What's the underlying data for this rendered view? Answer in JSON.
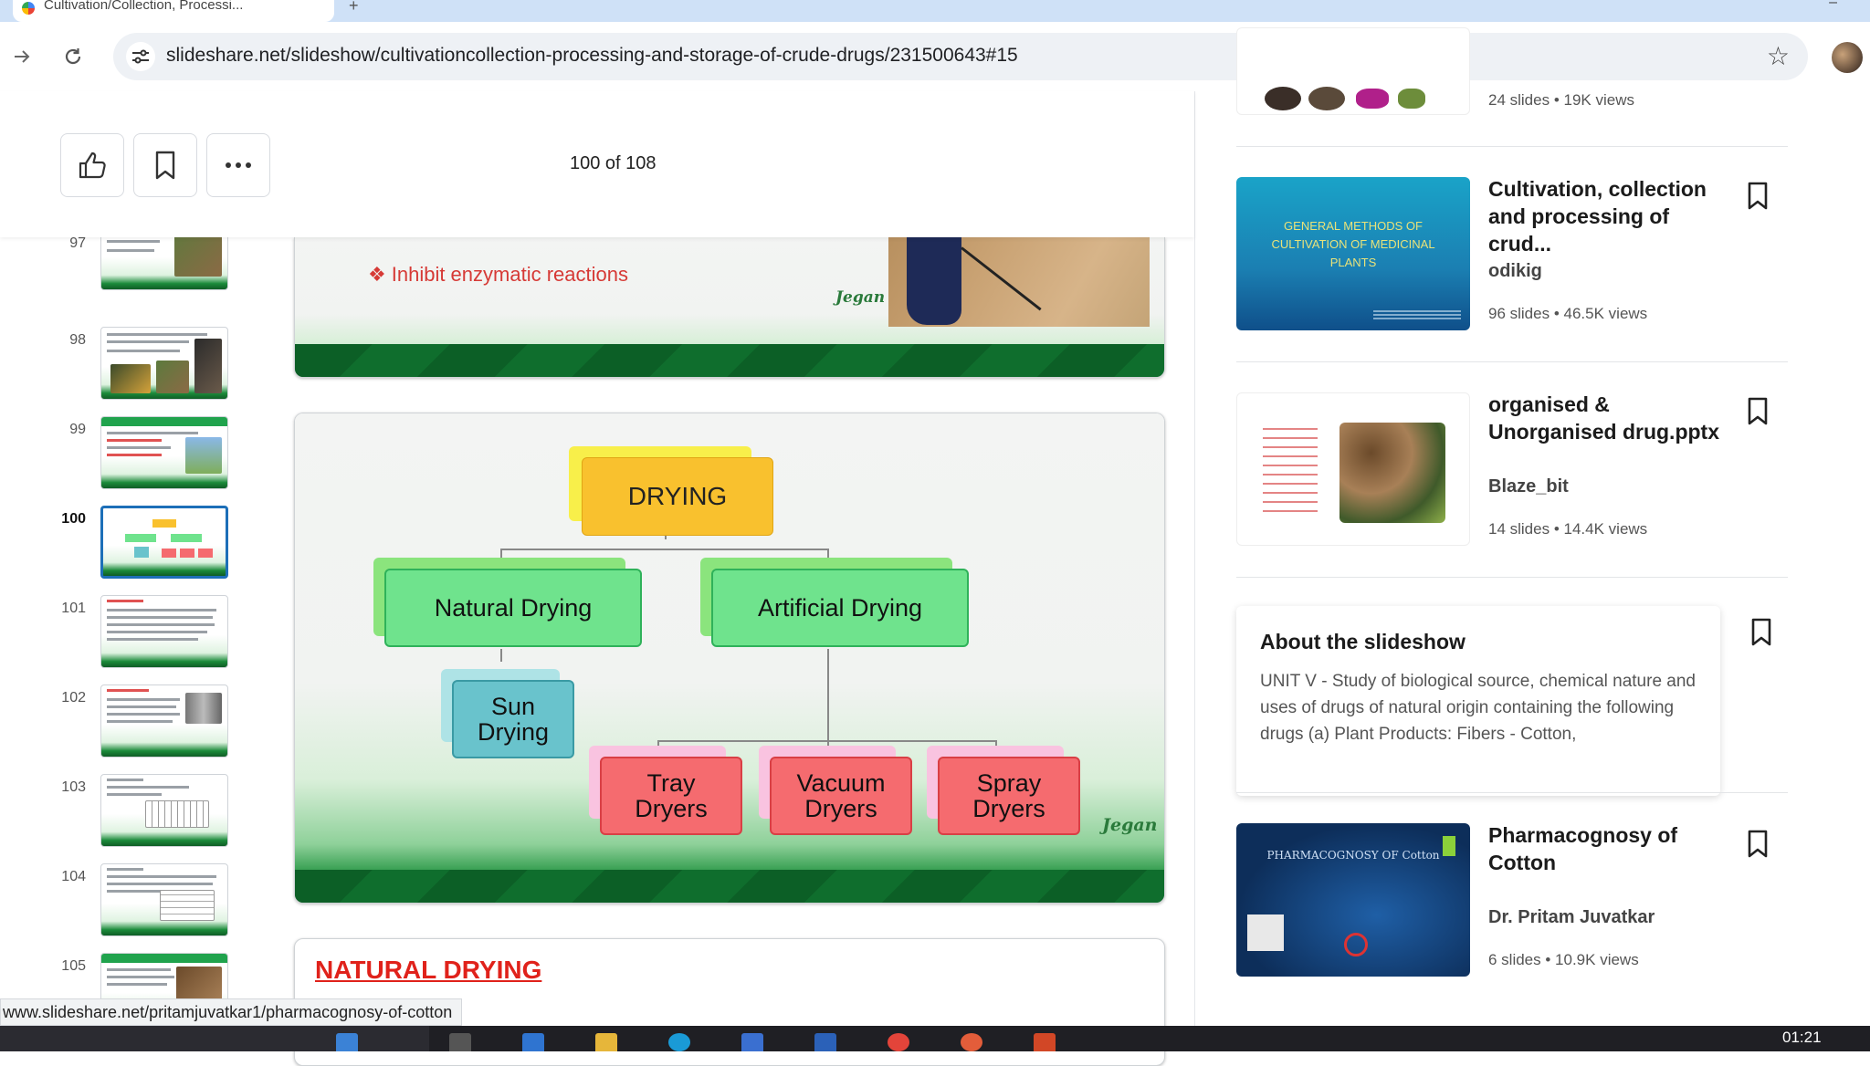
{
  "browser": {
    "tab_title": "Cultivation/Collection, Processi...",
    "url": "slideshare.net/slideshow/cultivationcollection-processing-and-storage-of-crude-drugs/231500643#15",
    "status_url": "www.slideshare.net/pritamjuvatkar1/pharmacognosy-of-cotton"
  },
  "viewer": {
    "slide_counter": "100 of 108",
    "thumbnails": [
      {
        "num": "97"
      },
      {
        "num": "98"
      },
      {
        "num": "99"
      },
      {
        "num": "100"
      },
      {
        "num": "101"
      },
      {
        "num": "102"
      },
      {
        "num": "103"
      },
      {
        "num": "104"
      },
      {
        "num": "105"
      }
    ],
    "current_slide": "100"
  },
  "slides": {
    "prev_bullet": "Inhibit enzymatic reactions",
    "signature": "Jegan",
    "diagram": {
      "root": "DRYING",
      "natural": "Natural Drying",
      "artificial": "Artificial Drying",
      "sun_line1": "Sun",
      "sun_line2": "Drying",
      "tray_line1": "Tray",
      "tray_line2": "Dryers",
      "vacuum_line1": "Vacuum",
      "vacuum_line2": "Dryers",
      "spray_line1": "Spray",
      "spray_line2": "Dryers"
    },
    "next_title": "NATURAL  DRYING"
  },
  "sidebar": {
    "top_meta": {
      "slides": "24 slides",
      "views": "19K views"
    },
    "recommendations": [
      {
        "title": "Cultivation, collection and processing of crud...",
        "author": "odikig",
        "slides": "96 slides",
        "views": "46.5K views",
        "thumb_text": "GENERAL METHODS OF CULTIVATION OF MEDICINAL PLANTS"
      },
      {
        "title": "organised & Unorganised drug.pptx",
        "author": "Blaze_bit",
        "slides": "14 slides",
        "views": "14.4K views"
      },
      {
        "title": "Pharmacognosy of Cotton",
        "author": "Dr. Pritam Juvatkar",
        "slides": "6 slides",
        "views": "10.9K views",
        "thumb_text": "PHARMACOGNOSY OF Cotton"
      }
    ],
    "about": {
      "title": "About the slideshow",
      "text": "UNIT V - Study of biological source, chemical nature and uses of drugs of natural origin containing the following drugs (a) Plant Products: Fibers - Cotton,"
    }
  },
  "taskbar": {
    "clock": "01:21"
  },
  "colors": {
    "drying_node": "#f9c12e",
    "green_node": "#6fe38d",
    "blue_node": "#69c3cc",
    "red_node": "#f56b6f",
    "accent": "#1d6fb8"
  }
}
